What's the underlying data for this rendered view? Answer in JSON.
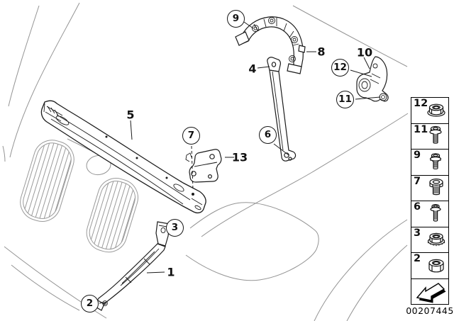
{
  "diagram": {
    "callouts": [
      {
        "label": "9"
      },
      {
        "label": "12"
      },
      {
        "label": "11"
      },
      {
        "label": "7"
      },
      {
        "label": "6"
      },
      {
        "label": "3"
      },
      {
        "label": "2"
      }
    ],
    "labels": [
      {
        "text": "5"
      },
      {
        "text": "4"
      },
      {
        "text": "8"
      },
      {
        "text": "10"
      },
      {
        "text": "13"
      },
      {
        "text": "1"
      }
    ]
  },
  "legend": {
    "items": [
      {
        "number": "12",
        "icon": "flange-nut"
      },
      {
        "number": "11",
        "icon": "hex-bolt-long"
      },
      {
        "number": "9",
        "icon": "hex-bolt-serrated"
      },
      {
        "number": "7",
        "icon": "hex-bolt-stout"
      },
      {
        "number": "6",
        "icon": "hex-bolt-thin"
      },
      {
        "number": "3",
        "icon": "serrated-flange-nut"
      },
      {
        "number": "2",
        "icon": "hex-nut"
      }
    ],
    "arrow_icon": "direction-arrow"
  },
  "footer": {
    "document_number": "00207445"
  },
  "colors": {
    "line": "#1b1b1b",
    "sketch": "#949494",
    "background": "#ffffff"
  }
}
